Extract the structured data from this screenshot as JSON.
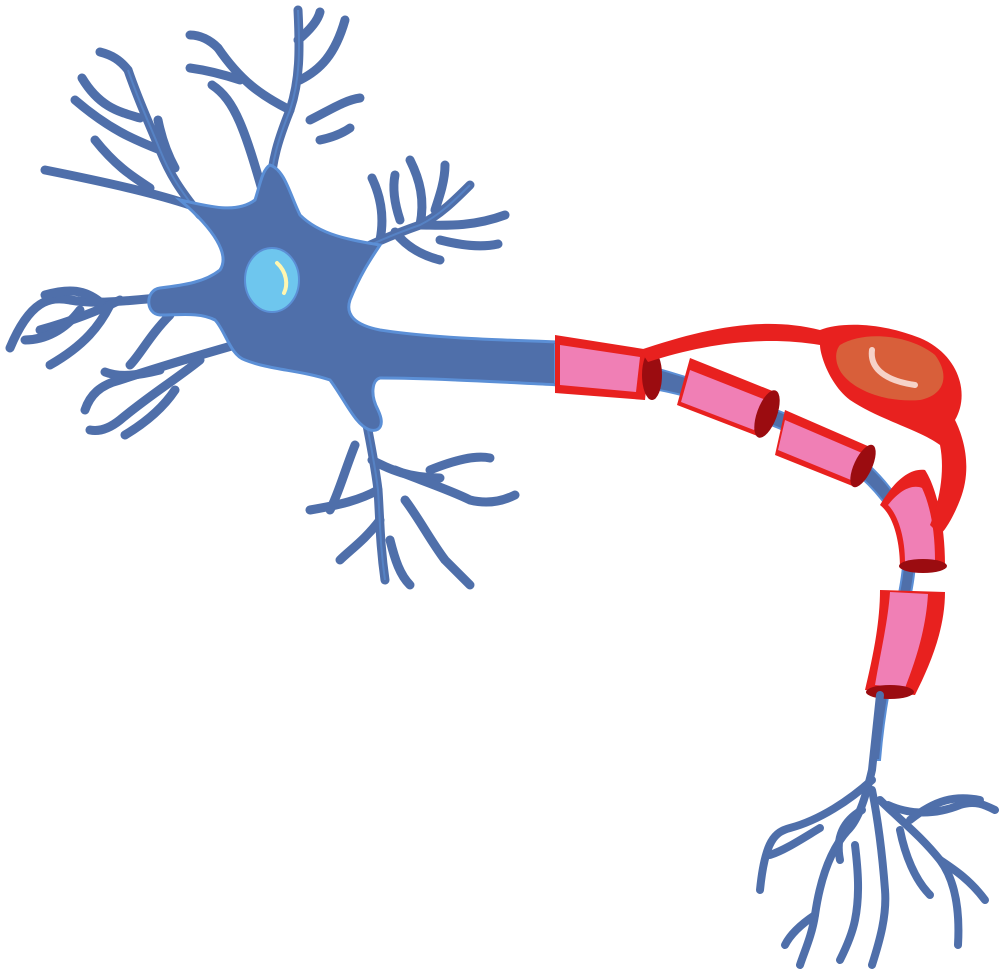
{
  "diagram": {
    "subject": "neuron",
    "labels": [],
    "parts": [
      {
        "id": "dendrites",
        "icon": "dendrite-branches"
      },
      {
        "id": "cell-body",
        "icon": "soma"
      },
      {
        "id": "nucleus",
        "icon": "nucleus"
      },
      {
        "id": "axon",
        "icon": "axon"
      },
      {
        "id": "myelin-sheath",
        "icon": "myelin-segments",
        "segment_count": 5
      },
      {
        "id": "schwann-cell",
        "icon": "schwann-cell"
      },
      {
        "id": "axon-terminals",
        "icon": "terminal-branches"
      }
    ],
    "colors": {
      "neuron_body": "#4f6faa",
      "neuron_outline": "#5b8fd6",
      "nucleus": "#6ec6ee",
      "nucleolus_highlight": "#fff6b0",
      "myelin_outer": "#e8211f",
      "myelin_inner": "#f07fb5",
      "myelin_shadow": "#9b0c10",
      "schwann_nucleus": "#d85f3a",
      "schwann_highlight": "#f6d2c8"
    }
  }
}
